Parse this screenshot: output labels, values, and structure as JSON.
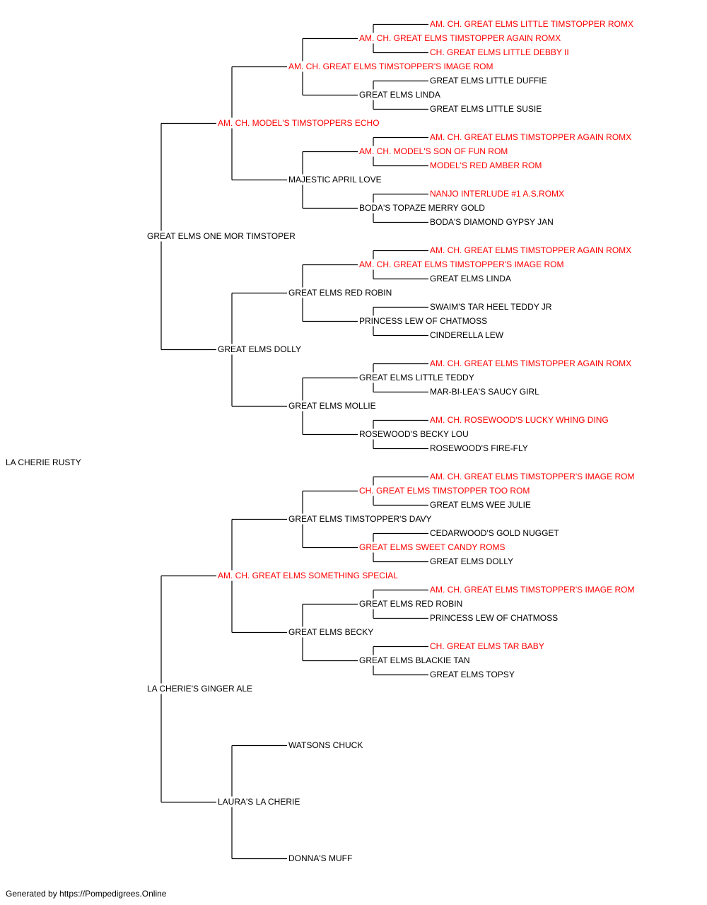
{
  "colors": {
    "titled_text": "#ff0000",
    "plain_text": "#000000",
    "connector_line": "#000000",
    "background": "#ffffff"
  },
  "pedigree": {
    "name": "LA CHERIE RUSTY",
    "titled": false,
    "sire": {
      "name": "GREAT ELMS ONE MOR TIMSTOPER",
      "titled": false,
      "sire": {
        "name": "AM. CH. MODEL'S TIMSTOPPERS ECHO",
        "titled": true,
        "sire": {
          "name": "AM. CH. GREAT ELMS TIMSTOPPER'S IMAGE ROM",
          "titled": true,
          "sire": {
            "name": "AM. CH. GREAT ELMS TIMSTOPPER AGAIN ROMX",
            "titled": true,
            "sire": {
              "name": "AM. CH. GREAT ELMS LITTLE TIMSTOPPER ROMX",
              "titled": true
            },
            "dam": {
              "name": "CH. GREAT ELMS LITTLE DEBBY II",
              "titled": true
            }
          },
          "dam": {
            "name": "GREAT ELMS LINDA",
            "titled": false,
            "sire": {
              "name": "GREAT ELMS LITTLE DUFFIE",
              "titled": false
            },
            "dam": {
              "name": "GREAT ELMS LITTLE SUSIE",
              "titled": false
            }
          }
        },
        "dam": {
          "name": "MAJESTIC APRIL LOVE",
          "titled": false,
          "sire": {
            "name": "AM. CH. MODEL'S SON OF FUN ROM",
            "titled": true,
            "sire": {
              "name": "AM. CH. GREAT ELMS TIMSTOPPER AGAIN ROMX",
              "titled": true
            },
            "dam": {
              "name": "MODEL'S RED AMBER ROM",
              "titled": true
            }
          },
          "dam": {
            "name": "BODA'S TOPAZE MERRY GOLD",
            "titled": false,
            "sire": {
              "name": "NANJO INTERLUDE #1 A.S.ROMX",
              "titled": true
            },
            "dam": {
              "name": "BODA'S DIAMOND GYPSY JAN",
              "titled": false
            }
          }
        }
      },
      "dam": {
        "name": "GREAT ELMS DOLLY",
        "titled": false,
        "sire": {
          "name": "GREAT ELMS RED ROBIN",
          "titled": false,
          "sire": {
            "name": "AM. CH. GREAT ELMS TIMSTOPPER'S IMAGE ROM",
            "titled": true,
            "sire": {
              "name": "AM. CH. GREAT ELMS TIMSTOPPER AGAIN ROMX",
              "titled": true
            },
            "dam": {
              "name": "GREAT ELMS LINDA",
              "titled": false
            }
          },
          "dam": {
            "name": "PRINCESS LEW OF CHATMOSS",
            "titled": false,
            "sire": {
              "name": "SWAIM'S TAR HEEL TEDDY JR",
              "titled": false
            },
            "dam": {
              "name": "CINDERELLA LEW",
              "titled": false
            }
          }
        },
        "dam": {
          "name": "GREAT ELMS MOLLIE",
          "titled": false,
          "sire": {
            "name": "GREAT ELMS LITTLE TEDDY",
            "titled": false,
            "sire": {
              "name": "AM. CH. GREAT ELMS TIMSTOPPER AGAIN ROMX",
              "titled": true
            },
            "dam": {
              "name": "MAR-BI-LEA'S SAUCY GIRL",
              "titled": false
            }
          },
          "dam": {
            "name": "ROSEWOOD'S BECKY LOU",
            "titled": false,
            "sire": {
              "name": "AM. CH. ROSEWOOD'S LUCKY WHING DING",
              "titled": true
            },
            "dam": {
              "name": "ROSEWOOD'S FIRE-FLY",
              "titled": false
            }
          }
        }
      }
    },
    "dam": {
      "name": "LA CHERIE'S GINGER ALE",
      "titled": false,
      "sire": {
        "name": "AM. CH. GREAT ELMS SOMETHING SPECIAL",
        "titled": true,
        "sire": {
          "name": "GREAT ELMS TIMSTOPPER'S DAVY",
          "titled": false,
          "sire": {
            "name": "CH. GREAT ELMS TIMSTOPPER TOO ROM",
            "titled": true,
            "sire": {
              "name": "AM. CH. GREAT ELMS TIMSTOPPER'S IMAGE ROM",
              "titled": true
            },
            "dam": {
              "name": "GREAT ELMS WEE JULIE",
              "titled": false
            }
          },
          "dam": {
            "name": "GREAT ELMS SWEET CANDY ROMS",
            "titled": true,
            "sire": {
              "name": "CEDARWOOD'S GOLD NUGGET",
              "titled": false
            },
            "dam": {
              "name": "GREAT ELMS DOLLY",
              "titled": false
            }
          }
        },
        "dam": {
          "name": "GREAT ELMS BECKY",
          "titled": false,
          "sire": {
            "name": "GREAT ELMS RED ROBIN",
            "titled": false,
            "sire": {
              "name": "AM. CH. GREAT ELMS TIMSTOPPER'S IMAGE ROM",
              "titled": true
            },
            "dam": {
              "name": "PRINCESS LEW OF CHATMOSS",
              "titled": false
            }
          },
          "dam": {
            "name": "GREAT ELMS BLACKIE TAN",
            "titled": false,
            "sire": {
              "name": "CH. GREAT ELMS TAR BABY",
              "titled": true
            },
            "dam": {
              "name": "GREAT ELMS TOPSY",
              "titled": false
            }
          }
        }
      },
      "dam": {
        "name": "LAURA'S LA CHERIE",
        "titled": false,
        "sire": {
          "name": "WATSONS CHUCK",
          "titled": false
        },
        "dam": {
          "name": "DONNA'S MUFF",
          "titled": false
        }
      }
    }
  },
  "footer": {
    "text": "Generated by https://Pompedigrees.Online"
  }
}
